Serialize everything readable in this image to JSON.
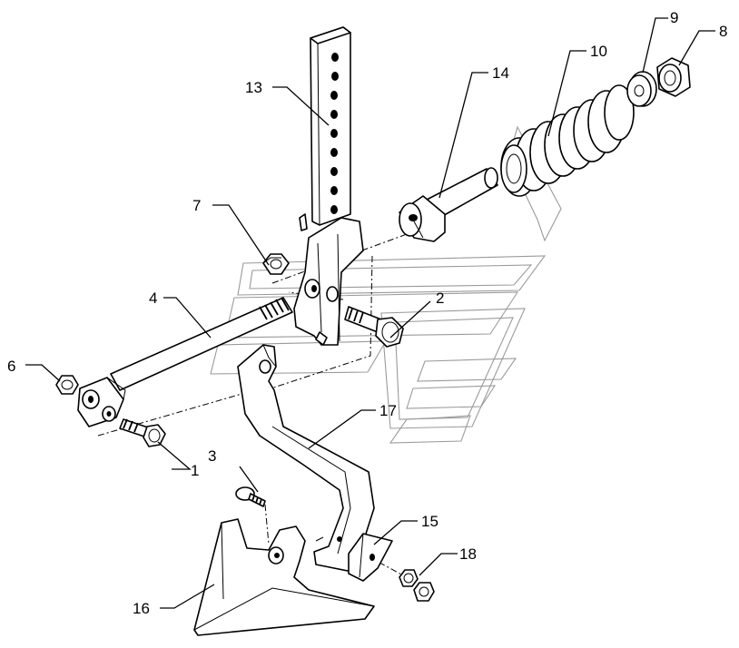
{
  "diagram": {
    "callouts": {
      "p1": "1",
      "p2": "2",
      "p3": "3",
      "p4": "4",
      "p6": "6",
      "p7": "7",
      "p8": "8",
      "p9": "9",
      "p10": "10",
      "p13": "13",
      "p14": "14",
      "p15": "15",
      "p16": "16",
      "p17": "17",
      "p18": "18"
    }
  }
}
